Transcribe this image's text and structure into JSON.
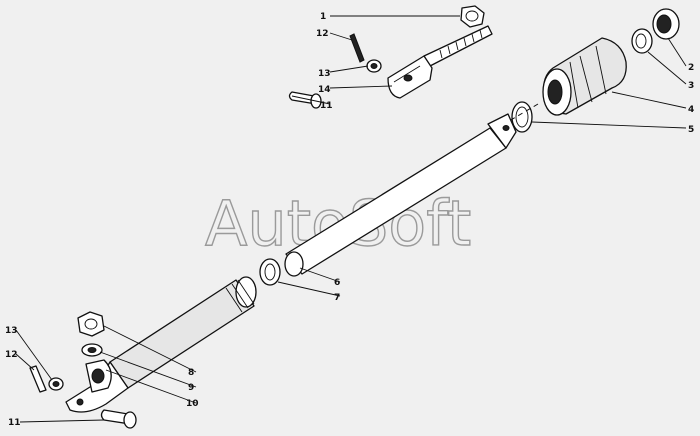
{
  "watermark": "AutoSoft",
  "callouts": [
    {
      "id": "c1",
      "text": "1"
    },
    {
      "id": "c12a",
      "text": "12"
    },
    {
      "id": "c13a",
      "text": "13"
    },
    {
      "id": "c14",
      "text": "14"
    },
    {
      "id": "c11a",
      "text": "11"
    },
    {
      "id": "c2",
      "text": "2"
    },
    {
      "id": "c3",
      "text": "3"
    },
    {
      "id": "c4",
      "text": "4"
    },
    {
      "id": "c5",
      "text": "5"
    },
    {
      "id": "c6",
      "text": "6"
    },
    {
      "id": "c7",
      "text": "7"
    },
    {
      "id": "c8",
      "text": "8"
    },
    {
      "id": "c9",
      "text": "9"
    },
    {
      "id": "c10",
      "text": "10"
    },
    {
      "id": "c13b",
      "text": "13"
    },
    {
      "id": "c12b",
      "text": "12"
    },
    {
      "id": "c11b",
      "text": "11"
    }
  ]
}
